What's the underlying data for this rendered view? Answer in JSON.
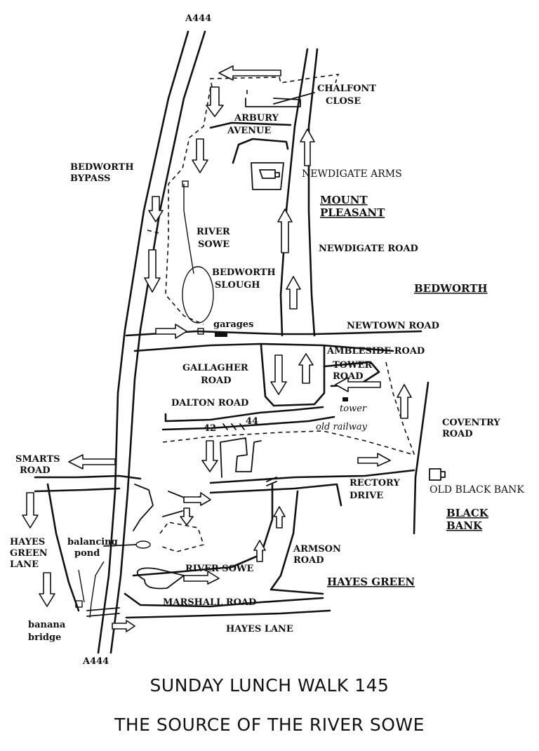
{
  "title_line1": "SUNDAY LUNCH WALK 145",
  "title_line2": "THE SOURCE OF THE RIVER SOWE",
  "labels": {
    "a444_top": "A444",
    "a444_bottom": "A444",
    "chalfont_1": "CHALFONT",
    "chalfont_2": "CLOSE",
    "arbury_1": "ARBURY",
    "arbury_2": "AVENUE",
    "bedworth_bypass_1": "BEDWORTH",
    "bedworth_bypass_2": "BYPASS",
    "newdigate_arms": "NEWDIGATE ARMS",
    "mount_pleasant_1": "MOUNT",
    "mount_pleasant_2": "PLEASANT",
    "river_sowe_top_1": "RIVER",
    "river_sowe_top_2": "SOWE",
    "newdigate_road": "NEWDIGATE ROAD",
    "bedworth_slough_1": "BEDWORTH",
    "bedworth_slough_2": "SLOUGH",
    "bedworth": "BEDWORTH",
    "garages": "garages",
    "newtown_road": "NEWTOWN ROAD",
    "ambleside_road": "AMBLESIDE ROAD",
    "gallagher_1": "GALLAGHER",
    "gallagher_2": "ROAD",
    "tower_road_1": "TOWER",
    "tower_road_2": "ROAD",
    "tower": "tower",
    "dalton_road": "DALTON ROAD",
    "coventry_1": "COVENTRY",
    "coventry_2": "ROAD",
    "num_42": "42",
    "num_44": "44",
    "old_railway": "old railway",
    "smarts_1": "SMARTS",
    "smarts_2": "ROAD",
    "rectory_1": "RECTORY",
    "rectory_2": "DRIVE",
    "old_black_bank": "OLD BLACK BANK",
    "black_bank_1": "BLACK",
    "black_bank_2": "BANK",
    "hayes_green_lane_1": "HAYES",
    "hayes_green_lane_2": "GREEN",
    "hayes_green_lane_3": "LANE",
    "balancing_1": "balancing",
    "balancing_2": "pond",
    "armson_1": "ARMSON",
    "armson_2": "ROAD",
    "river_sowe_bottom": "RIVER SOWE",
    "hayes_green": "HAYES GREEN",
    "marshall_road": "MARSHALL ROAD",
    "banana_1": "banana",
    "banana_2": "bridge",
    "hayes_lane": "HAYES LANE"
  }
}
